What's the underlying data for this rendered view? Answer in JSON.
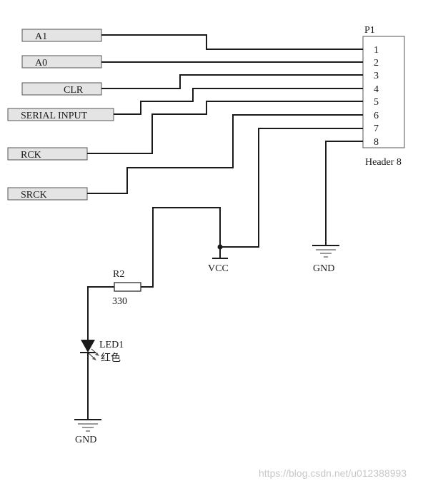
{
  "ports": {
    "a1": "A1",
    "a0": "A0",
    "clr": "CLR",
    "serial_input": "SERIAL INPUT",
    "rck": "RCK",
    "srck": "SRCK"
  },
  "header": {
    "designator": "P1",
    "name": "Header 8",
    "pins": [
      "1",
      "2",
      "3",
      "4",
      "5",
      "6",
      "7",
      "8"
    ]
  },
  "power": {
    "vcc": "VCC",
    "gnd_right": "GND",
    "gnd_bottom": "GND"
  },
  "resistor": {
    "designator": "R2",
    "value": "330"
  },
  "led": {
    "designator": "LED1",
    "color": "红色"
  },
  "watermark": "https://blog.csdn.net/u012388993"
}
